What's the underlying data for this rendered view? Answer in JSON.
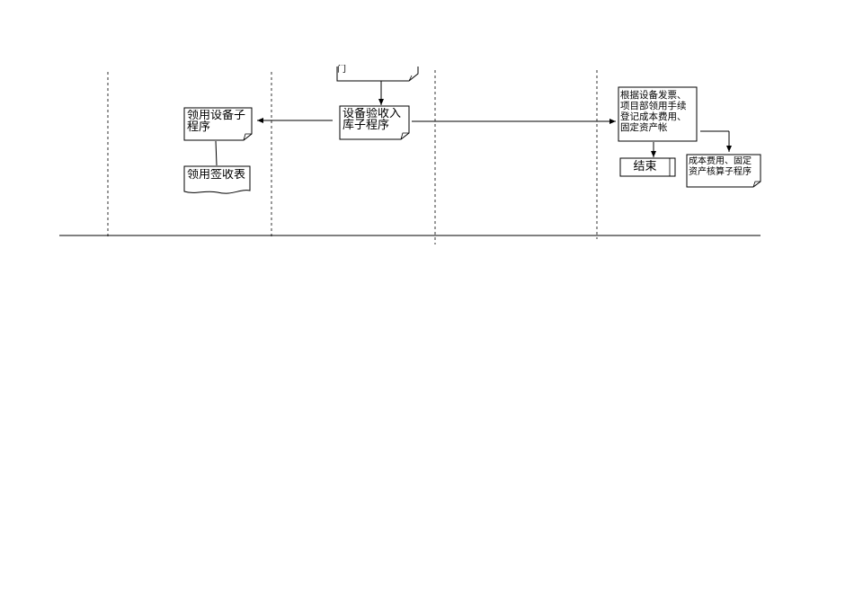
{
  "diagram": {
    "top_partial_box_text": "门",
    "equipment_inspection": "设备验收入\n库子程序",
    "equipment_requisition": "领用设备子\n程序",
    "requisition_receipt_form": "领用签收表",
    "register_accounts": "根据设备发票、\n项目部领用手续\n登记成本费用、\n固定资产帐",
    "end_terminal": "结束",
    "cost_asset_accounting": "成本费用、固定\n资产核算子程序"
  }
}
